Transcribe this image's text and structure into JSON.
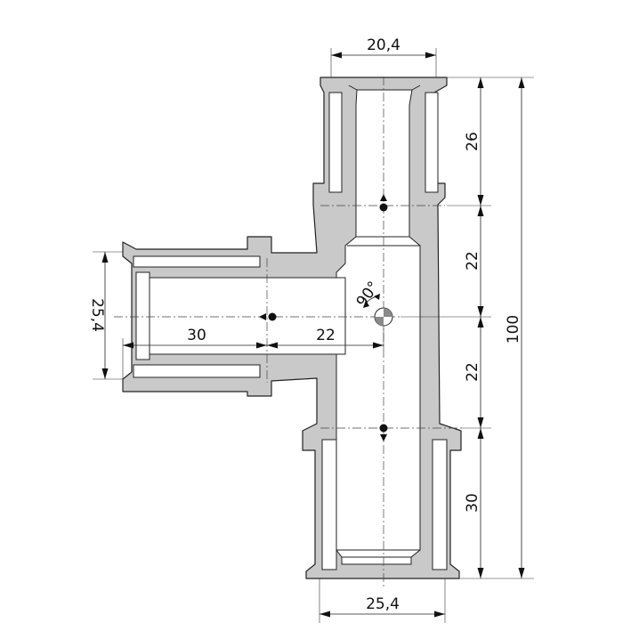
{
  "colors": {
    "body_fill": "#c9c9c9",
    "outline": "#222222",
    "background": "#ffffff"
  },
  "icons": {
    "center_mark": "quartered-circle-center-mark",
    "flow_marks": "pin-arrow-markers"
  },
  "dimensions": {
    "top_outer_width": "20,4",
    "top_socket_depth": "26",
    "upper_center_offset": "22",
    "lower_center_offset": "22",
    "bottom_socket_depth": "30",
    "overall_length": "100",
    "bottom_outer_width": "25,4",
    "side_outer_diameter": "25,4",
    "side_socket_depth": "30",
    "side_center_offset": "22",
    "branch_angle": "90°"
  }
}
